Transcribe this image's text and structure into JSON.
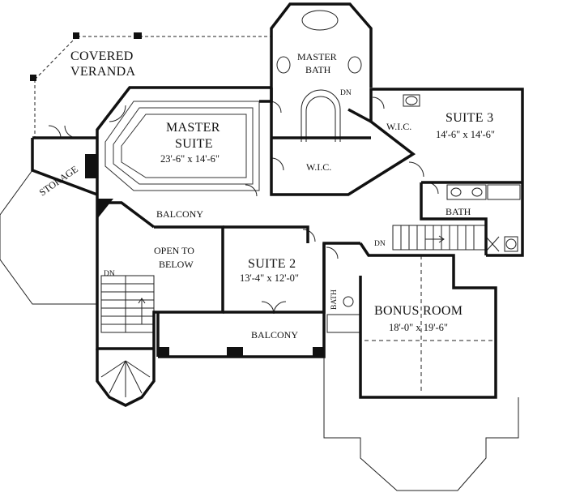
{
  "rooms": {
    "covered_veranda": [
      "COVERED",
      "VERANDA"
    ],
    "master_bath": [
      "MASTER",
      "BATH"
    ],
    "master_suite": {
      "name": [
        "MASTER",
        "SUITE"
      ],
      "dim": "23'-6\" x 14'-6\""
    },
    "suite3": {
      "name": "SUITE 3",
      "dim": "14'-6\" x 14'-6\""
    },
    "wic_top": "W.I.C.",
    "wic_mid": "W.I.C.",
    "storage": "STORAGE",
    "balcony_upper": "BALCONY",
    "bath_right": "BATH",
    "open_to_below": [
      "OPEN TO",
      "BELOW"
    ],
    "suite2": {
      "name": "SUITE 2",
      "dim": "13'-4\" x 12'-0\""
    },
    "bath_small": "BATH",
    "bonus_room": {
      "name": "BONUS ROOM",
      "dim": "18'-0\" x 19'-6\""
    },
    "balcony_lower": "BALCONY"
  },
  "stairs": {
    "dn_master_bath": "DN",
    "dn_left": "DN",
    "dn_right": "DN"
  },
  "colors": {
    "wall": "#111111",
    "line": "#222222",
    "background": "#ffffff"
  }
}
